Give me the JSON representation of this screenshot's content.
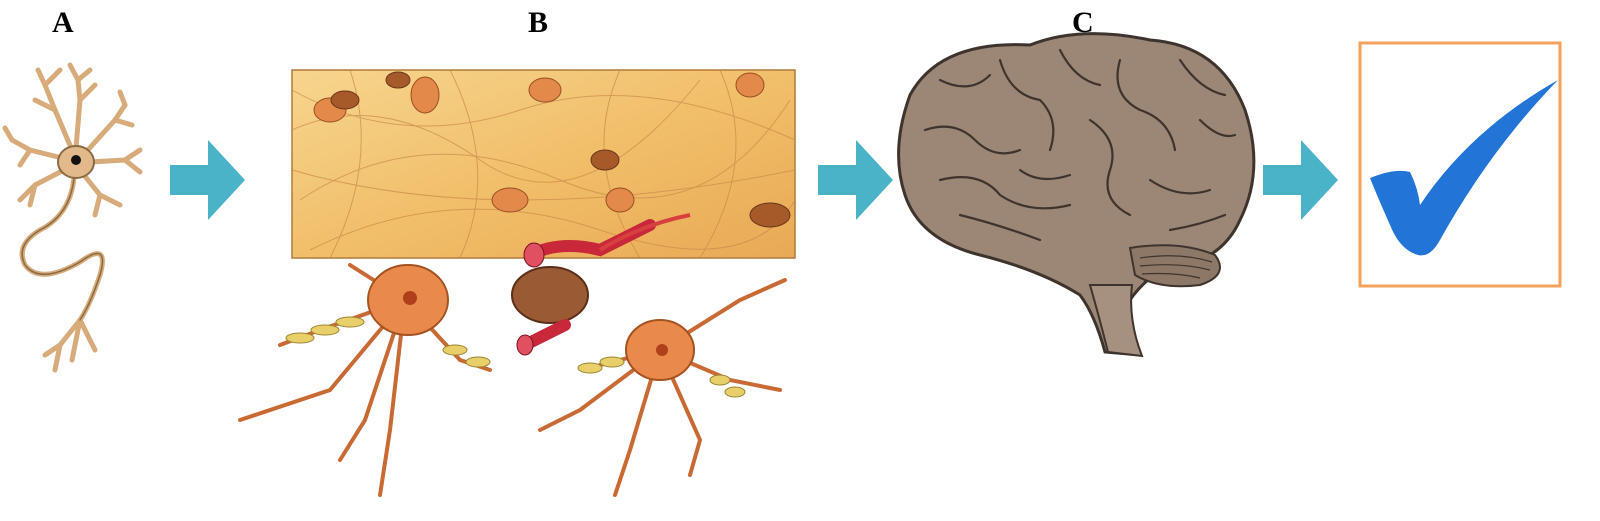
{
  "panels": [
    {
      "label": "A",
      "icon": "neuron-icon"
    },
    {
      "label": "B",
      "icon": "neural-tissue-icon"
    },
    {
      "label": "C",
      "icon": "brain-icon"
    },
    {
      "label": "",
      "icon": "checkmark-icon"
    }
  ],
  "colors": {
    "arrow": "#4bb3c8",
    "neuron": "#e2b98a",
    "neuron_outline": "#8a6a45",
    "tissue_bg": "#f3c576",
    "tissue_cell": "#e38a4a",
    "vessel": "#c8283a",
    "brain": "#9c8676",
    "brain_outline": "#3e342d",
    "check": "#2274d6",
    "check_frame": "#f2a25c"
  }
}
